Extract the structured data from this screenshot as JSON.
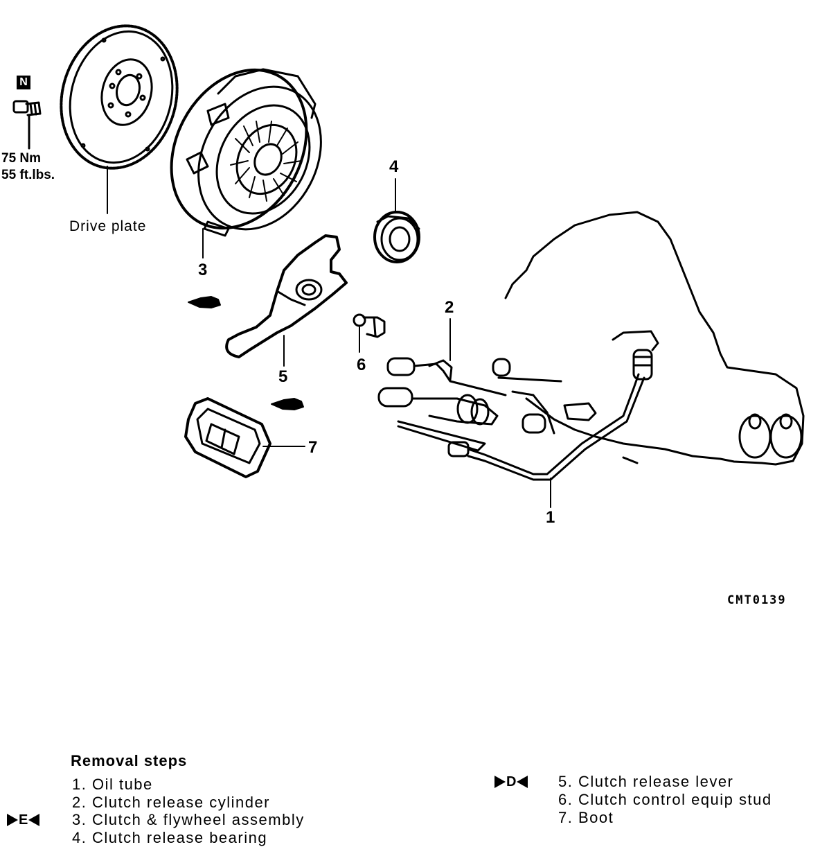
{
  "diagram": {
    "torque_badge": "N",
    "torque_nm": "75 Nm",
    "torque_ftlbs": "55 ft.lbs.",
    "drive_plate_label": "Drive plate",
    "callouts": [
      "1",
      "2",
      "3",
      "4",
      "5",
      "6",
      "7"
    ],
    "figure_code": "CMT0139"
  },
  "removal": {
    "title": "Removal steps",
    "steps": [
      {
        "text": "1. Oil tube",
        "mark": ""
      },
      {
        "text": "2. Clutch release cylinder",
        "mark": ""
      },
      {
        "text": "3. Clutch & flywheel assembly",
        "mark": "E"
      },
      {
        "text": "4. Clutch release bearing",
        "mark": ""
      },
      {
        "text": "5. Clutch release lever",
        "mark": "D"
      },
      {
        "text": "6. Clutch control equip stud",
        "mark": ""
      },
      {
        "text": "7. Boot",
        "mark": ""
      }
    ]
  }
}
